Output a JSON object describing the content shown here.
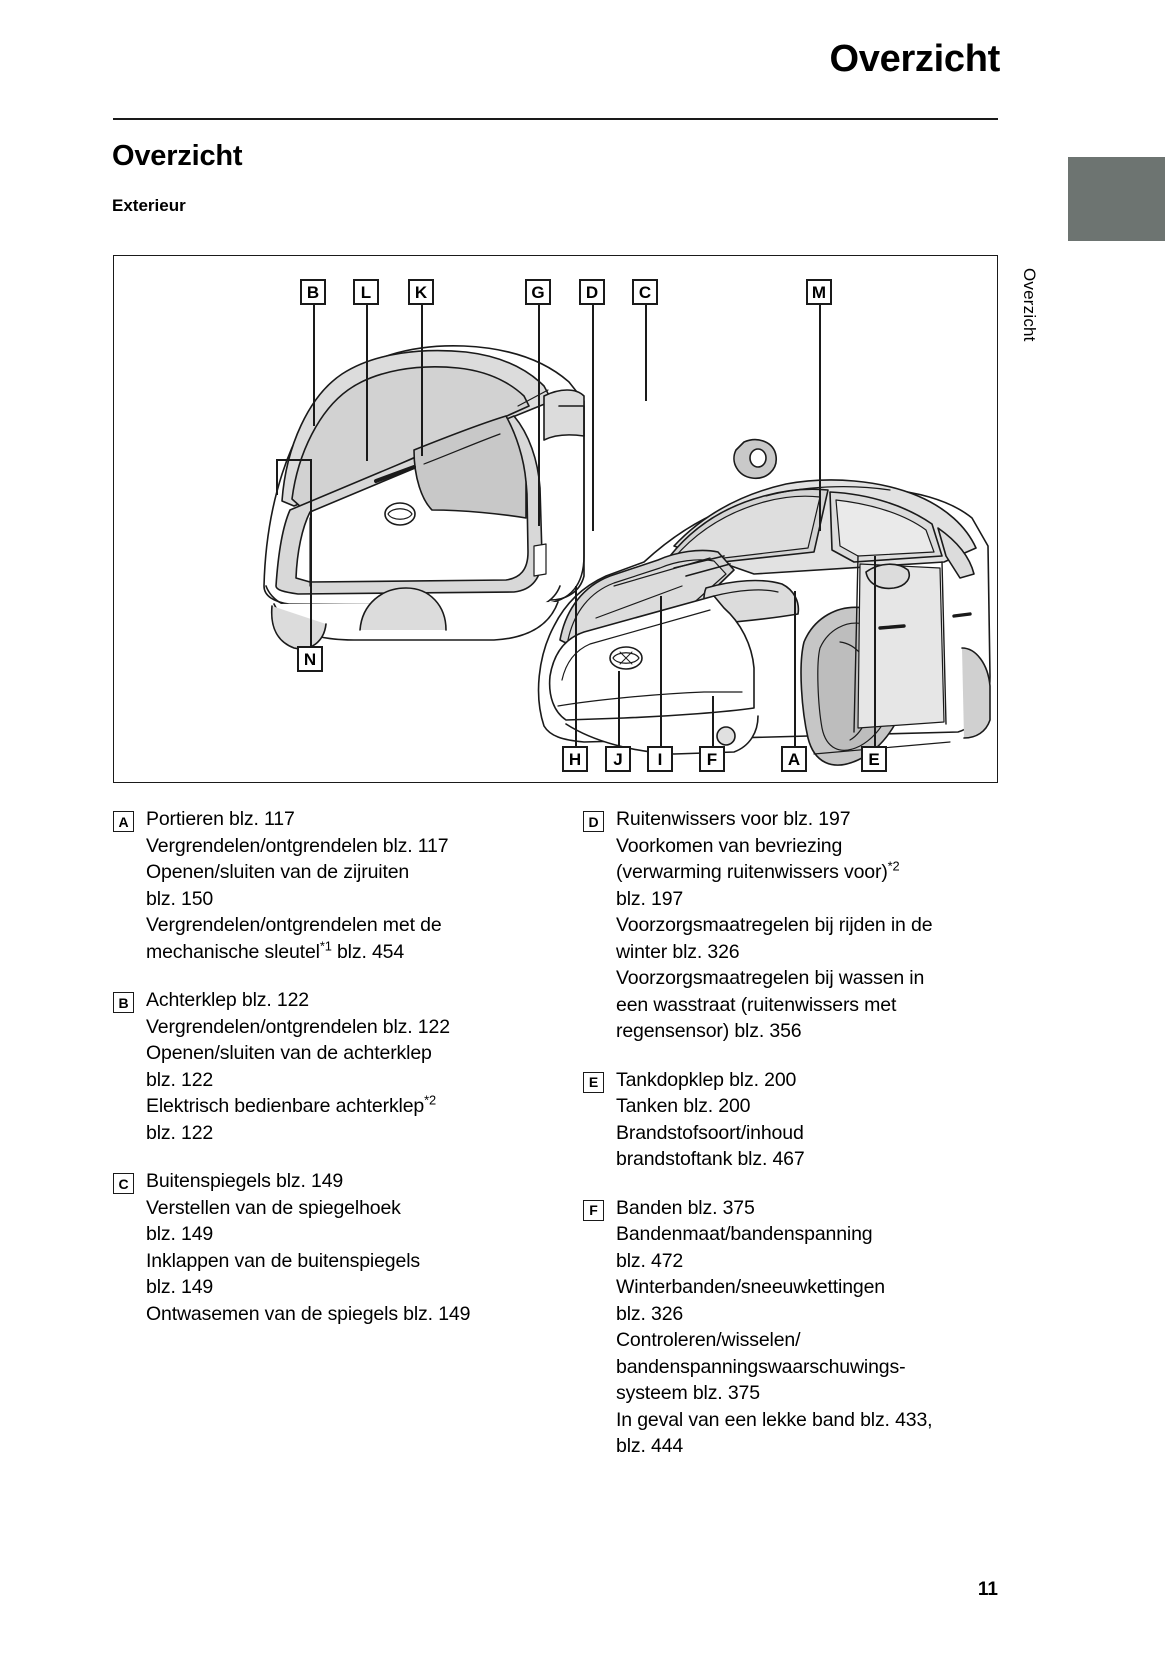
{
  "header": {
    "title": "Overzicht",
    "side_tab_label": "Overzicht"
  },
  "section": {
    "title": "Overzicht",
    "subtitle": "Exterieur"
  },
  "figure": {
    "top_callouts": [
      "B",
      "L",
      "K",
      "G",
      "D",
      "C",
      "M"
    ],
    "left_callout": "N",
    "bottom_callouts": [
      "H",
      "J",
      "I",
      "F",
      "A",
      "E"
    ]
  },
  "entries_left": [
    {
      "badge": "A",
      "lines": [
        "Portieren blz. 117",
        "Vergrendelen/ontgrendelen blz. 117",
        "Openen/sluiten van de zijruiten",
        "blz. 150",
        "Vergrendelen/ontgrendelen met de",
        "mechanische sleutel*1 blz. 454"
      ]
    },
    {
      "badge": "B",
      "lines": [
        "Achterklep blz. 122",
        "Vergrendelen/ontgrendelen blz. 122",
        "Openen/sluiten van de achterklep",
        "blz. 122",
        "Elektrisch bedienbare achterklep*2",
        "blz. 122"
      ]
    },
    {
      "badge": "C",
      "lines": [
        "Buitenspiegels blz. 149",
        "Verstellen van de spiegelhoek",
        "blz. 149",
        "Inklappen van de buitenspiegels",
        "blz. 149",
        "Ontwasemen van de spiegels blz. 149"
      ]
    }
  ],
  "entries_right": [
    {
      "badge": "D",
      "lines": [
        "Ruitenwissers voor blz. 197",
        "Voorkomen van bevriezing",
        "(verwarming ruitenwissers voor)*2",
        "blz. 197",
        "Voorzorgsmaatregelen bij rijden in de",
        "winter blz. 326",
        "Voorzorgsmaatregelen bij wassen in",
        "een wasstraat (ruitenwissers met",
        "regensensor) blz. 356"
      ]
    },
    {
      "badge": "E",
      "lines": [
        "Tankdopklep blz. 200",
        "Tanken blz. 200",
        "Brandstofsoort/inhoud",
        "brandstoftank blz. 467"
      ]
    },
    {
      "badge": "F",
      "lines": [
        "Banden blz. 375",
        "Bandenmaat/bandenspanning",
        "blz. 472",
        "Winterbanden/sneeuwkettingen",
        "blz. 326",
        "Controleren/wisselen/",
        "bandenspanningswaarschuwings-",
        "systeem blz. 375",
        "In geval van een lekke band blz. 433,",
        "blz. 444"
      ]
    }
  ],
  "footer": {
    "page_number": "11"
  },
  "colors": {
    "ink": "#1a1a1a",
    "tab_gray": "#6d7471",
    "shade_light": "#e8e8e8",
    "shade_mid": "#cfcfcf",
    "shade_dark": "#b4b4b4"
  }
}
